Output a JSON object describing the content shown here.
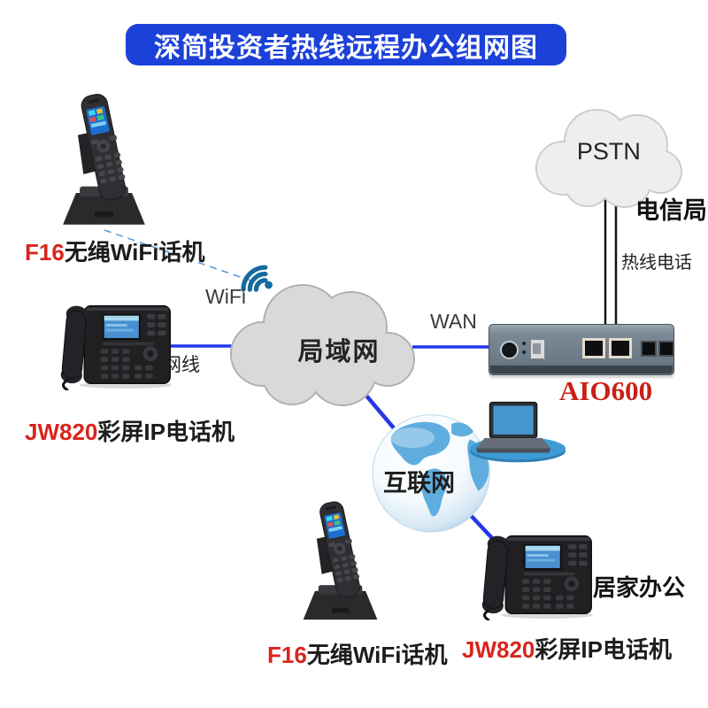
{
  "title": "深简投资者热线远程办公组网图",
  "colors": {
    "banner_bg": "#1c41d9",
    "line_blue": "#2337e8",
    "dashed_blue": "#5b9bd5",
    "model_red": "#d9251d",
    "gateway_label_red": "#cb1f17",
    "wifi_icon_blue": "#156a9e",
    "lan_cloud_fill": "#d9d9d9",
    "pstn_cloud_fill": "#eeeeee",
    "globe_land_blue": "#5fadde",
    "device_body_gray": "#74838f"
  },
  "devices": {
    "f16_top": {
      "model": "F16",
      "name": "无绳WiFi话机"
    },
    "jw820_left": {
      "model": "JW820",
      "name": "彩屏IP电话机"
    },
    "gateway": {
      "model": "AIO600"
    },
    "f16_bottom": {
      "model": "F16",
      "name": "无绳WiFi话机"
    },
    "jw820_right": {
      "model": "JW820",
      "name": "彩屏IP电话机"
    }
  },
  "nodes": {
    "lan_cloud": "局域网",
    "pstn_cloud": "PSTN",
    "internet_globe": "互联网"
  },
  "labels": {
    "wifi": "WiFi",
    "ethernet": "网线",
    "wan": "WAN",
    "telecom_office": "电信局",
    "hotline_phone": "热线电话",
    "home_office": "居家办公"
  },
  "edges": [
    {
      "from": "F16无绳WiFi话机(上)",
      "to": "局域网",
      "style": "dashed",
      "label": "WiFi"
    },
    {
      "from": "JW820彩屏IP电话机(左)",
      "to": "局域网",
      "style": "solid",
      "label": "网线"
    },
    {
      "from": "局域网",
      "to": "AIO600",
      "style": "solid",
      "label": "WAN"
    },
    {
      "from": "局域网",
      "to": "互联网",
      "style": "solid",
      "label": ""
    },
    {
      "from": "互联网",
      "to": "JW820彩屏IP电话机(右)",
      "style": "solid",
      "label": ""
    },
    {
      "from": "PSTN",
      "to": "AIO600",
      "style": "double-line",
      "label": "热线电话"
    }
  ]
}
